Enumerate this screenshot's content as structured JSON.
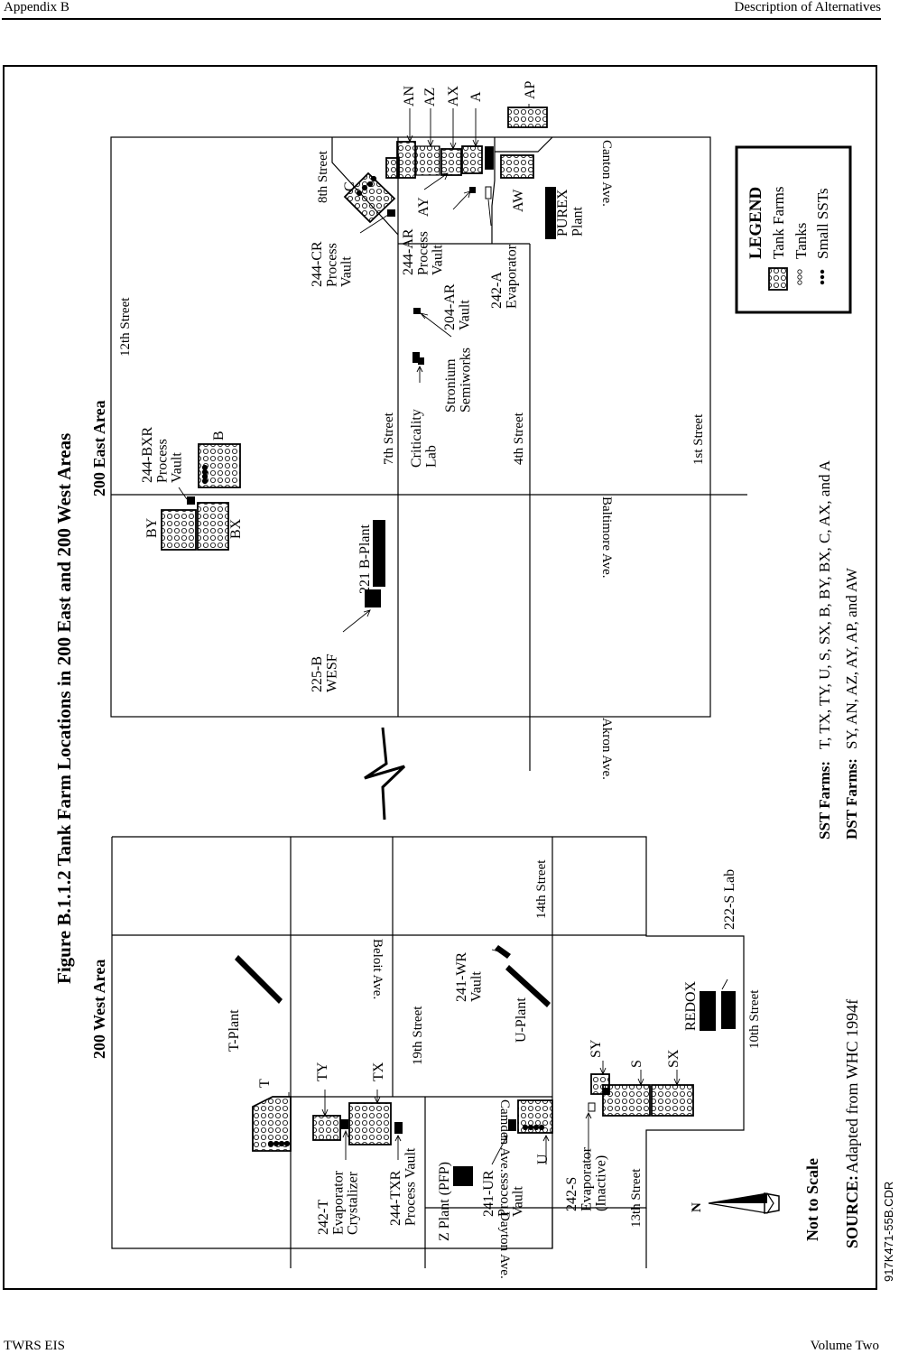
{
  "header": {
    "left": "Appendix B",
    "right": "Description of Alternatives"
  },
  "footer": {
    "left": "TWRS EIS",
    "right": "Volume Two"
  },
  "figure": {
    "title": "Figure B.1.1.2  Tank Farm Locations in 200 East and 200 West Areas",
    "id": "917K471-55B.CDR",
    "not_to_scale": "Not to Scale",
    "source_label": "SOURCE:",
    "source_text": "Adapted from WHC 1994f",
    "north_label": "N",
    "sst_label": "SST Farms:",
    "sst_list": "T, TX, TY, U, S, SX, B, BY, BX, C, AX, and A",
    "dst_label": "DST Farms:",
    "dst_list": "SY, AN, AZ, AY, AP, and AW"
  },
  "legend": {
    "title": "LEGEND",
    "tank_farms": "Tank Farms",
    "tanks": "Tanks",
    "small_ssts": "Small SSTs"
  },
  "east": {
    "area_title": "200 East Area",
    "streets": {
      "s12": "12th Street",
      "s8": "8th Street",
      "s7": "7th Street",
      "s4": "4th Street",
      "s1": "1st Street",
      "canton": "Canton Ave.",
      "baltimore": "Baltimore Ave.",
      "akron": "Akron Ave."
    },
    "farms": {
      "an": "AN",
      "az": "AZ",
      "ax": "AX",
      "a": "A",
      "ap": "AP",
      "ay": "AY",
      "aw": "AW",
      "c": "C",
      "b": "B",
      "by": "BY",
      "bx": "BX"
    },
    "facilities": {
      "cr_vault": [
        "244-CR",
        "Process",
        "Vault"
      ],
      "ar_vault": [
        "244-AR",
        "Process",
        "Vault"
      ],
      "ar204": [
        "204-AR",
        "Vault"
      ],
      "evap242a": [
        "242-A",
        "Evaporator"
      ],
      "purex": [
        "PUREX",
        "Plant"
      ],
      "strontium": [
        "Stronium",
        "Semiworks"
      ],
      "criticality": [
        "Criticality",
        "Lab"
      ],
      "bxr_vault": [
        "244-BXR",
        "Process",
        "Vault"
      ],
      "bplant": "221 B-Plant",
      "wesf": [
        "225-B",
        "WESF"
      ]
    }
  },
  "west": {
    "area_title": "200 West Area",
    "streets": {
      "s14": "14th Street",
      "s19": "19th Street",
      "s10": "10th Street",
      "s13": "13th Street",
      "beloit": "Beloit Ave.",
      "camden": "Camden Ave.",
      "dayton": "Dayton Ave."
    },
    "farms": {
      "t": "T",
      "ty": "TY",
      "tx": "TX",
      "u": "U",
      "sy": "SY",
      "s": "S",
      "sx": "SX"
    },
    "facilities": {
      "tplant": "T-Plant",
      "uplant": "U-Plant",
      "wr_vault": [
        "241-WR",
        "Vault"
      ],
      "redox": "REDOX",
      "lab222s": "222-S Lab",
      "evap242t": [
        "242-T",
        "Evaporator",
        "Crystalizer"
      ],
      "txr_vault": [
        "244-TXR",
        "Process Vault"
      ],
      "zplant": "Z Plant (PFP)",
      "ur_vault": [
        "241-UR",
        "Process",
        "Vault"
      ],
      "evap242s": [
        "242-S",
        "Evaporator",
        "(Inactive)"
      ]
    }
  }
}
